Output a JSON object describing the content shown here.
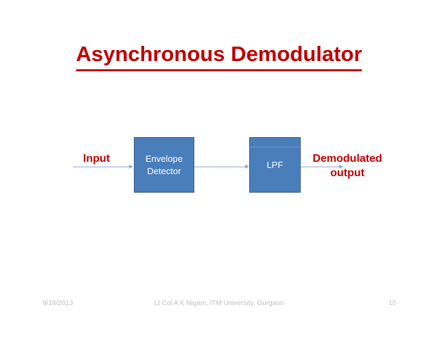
{
  "slide": {
    "title": "Asynchronous Demodulator",
    "accent_red": "#C00000",
    "block_fill": "#4A7EBB",
    "block_border": "#385D8A",
    "connector_color": "#8FAADC",
    "background": "#FFFFFF"
  },
  "diagram": {
    "input_label": "Input",
    "output_label_line1": "Demodulated",
    "output_label_line2": "output",
    "blocks": [
      {
        "id": "envelope-detector",
        "label_line1": "Envelope",
        "label_line2": "Detector"
      },
      {
        "id": "lpf",
        "label": "LPF"
      }
    ]
  },
  "footer": {
    "date": "9/18/2013",
    "attribution": "Lt Col A K Nigam, ITM University, Gurgaon",
    "page_number": "10"
  }
}
